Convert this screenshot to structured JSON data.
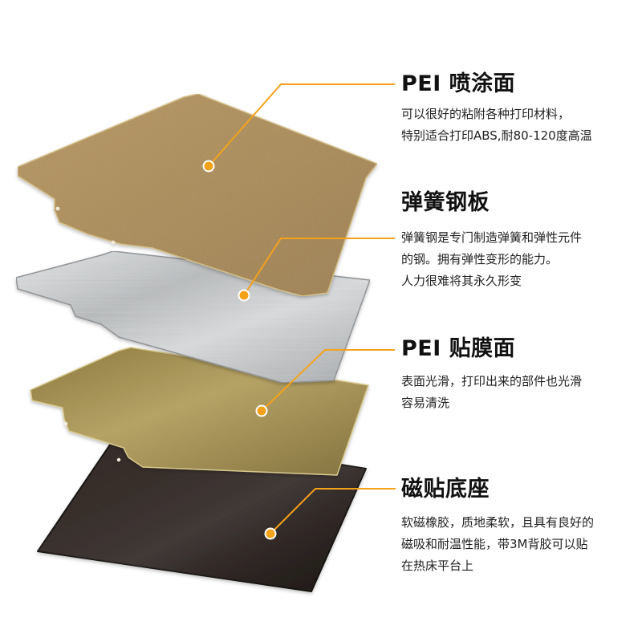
{
  "layers": [
    {
      "title": "PEI 喷涂面",
      "lines": [
        "可以很好的粘附各种打印材料，",
        "特别适合打印ABS,耐80-120度高温"
      ],
      "material": "textured-spray-pei-gold"
    },
    {
      "title": "弹簧钢板",
      "lines": [
        "弹簧钢是专门制造弹簧和弹性元件",
        "的钢。拥有弹性变形的能力。",
        "人力很难将其永久形变"
      ],
      "material": "brushed-spring-steel"
    },
    {
      "title": "PEI 贴膜面",
      "lines": [
        "表面光滑，打印出来的部件也光滑",
        "容易清洗"
      ],
      "material": "smooth-pei-film-gold"
    },
    {
      "title": "磁贴底座",
      "lines": [
        "软磁橡胶，质地柔软，且具有良好的",
        "磁吸和耐温性能，带3M背胶可以贴",
        "在热床平台上"
      ],
      "material": "magnetic-rubber-base"
    }
  ],
  "colors": {
    "accent": "#f5a21b",
    "textured_gold": "#a98a50",
    "steel": "#c9cccd",
    "smooth_gold": "#9a8a4e",
    "base": "#2e2522"
  }
}
